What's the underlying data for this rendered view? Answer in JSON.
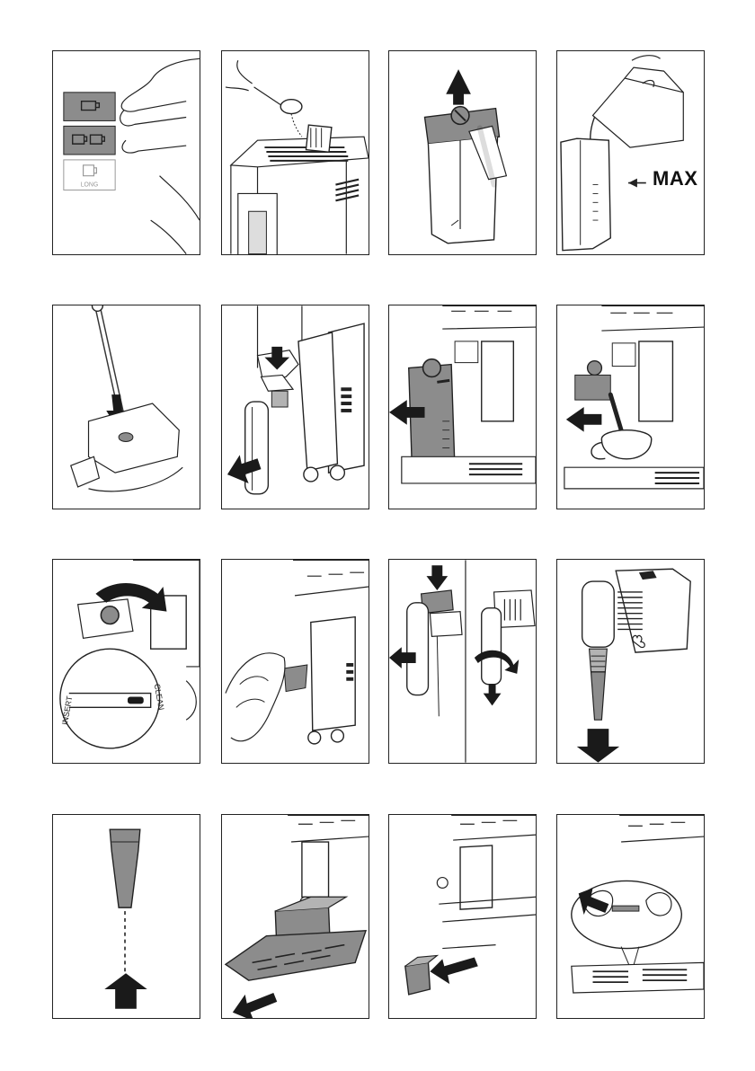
{
  "panels": {
    "p1": {
      "button_long_label": "LONG"
    },
    "p4": {
      "max_label": "MAX"
    },
    "p9": {
      "dial_insert_label": "INSERT",
      "dial_clean_label": "CLEAN"
    }
  },
  "colors": {
    "line": "#222222",
    "fill_dark": "#8c8c8c",
    "fill_mid": "#b3b3b3",
    "arrow": "#1a1a1a"
  },
  "icons": [
    "finger-press-icon",
    "single-cup-icon",
    "double-cup-icon",
    "long-cup-icon",
    "arrow-icon"
  ]
}
